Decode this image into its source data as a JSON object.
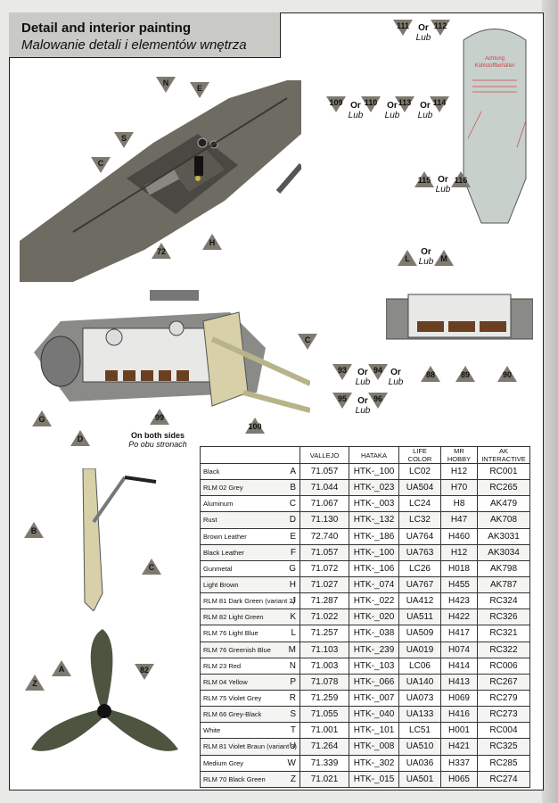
{
  "header": {
    "title": "Detail and interior painting",
    "subtitle": "Malowanie detali i elementów wnętrza"
  },
  "placard_text": [
    "Achtung",
    "Kühlstoffbehälter"
  ],
  "callouts": {
    "cockpit": [
      "N",
      "E",
      "S",
      "C",
      "72",
      "H"
    ],
    "tank_top": [
      "111",
      "112"
    ],
    "tank_mid": [
      "109",
      "110",
      "113",
      "114"
    ],
    "tank_low": [
      "115",
      "116"
    ],
    "tank_cap": [
      "L",
      "M"
    ],
    "engine": [
      "C",
      "G",
      "99",
      "D",
      "100"
    ],
    "engine_small": [
      "88",
      "89",
      "90"
    ],
    "engine_small_pairs": [
      "93",
      "94",
      "95",
      "96"
    ],
    "strut": [
      "B",
      "C"
    ],
    "propeller": [
      "A",
      "82",
      "Z"
    ]
  },
  "or_label": "Or",
  "lub_label": "Lub",
  "note": {
    "line1": "On both sides",
    "line2": "Po obu stronach"
  },
  "paints": {
    "columns": [
      "VALLEJO",
      "HATAKA",
      "LIFE COLOR",
      "MR HOBBY",
      "AK INTERACTIVE"
    ],
    "rows": [
      {
        "name": "Black",
        "code": "A",
        "vallejo": "71.057",
        "hataka": "HTK-_100",
        "life": "LC02",
        "mrhobby": "H12",
        "ak": "RC001"
      },
      {
        "name": "RLM 02 Grey",
        "code": "B",
        "vallejo": "71.044",
        "hataka": "HTK-_023",
        "life": "UA504",
        "mrhobby": "H70",
        "ak": "RC265"
      },
      {
        "name": "Aluminum",
        "code": "C",
        "vallejo": "71.067",
        "hataka": "HTK-_003",
        "life": "LC24",
        "mrhobby": "H8",
        "ak": "AK479"
      },
      {
        "name": "Rust",
        "code": "D",
        "vallejo": "71.130",
        "hataka": "HTK-_132",
        "life": "LC32",
        "mrhobby": "H47",
        "ak": "AK708"
      },
      {
        "name": "Brown Leather",
        "code": "E",
        "vallejo": "72.740",
        "hataka": "HTK-_186",
        "life": "UA764",
        "mrhobby": "H460",
        "ak": "AK3031"
      },
      {
        "name": "Black Leather",
        "code": "F",
        "vallejo": "71.057",
        "hataka": "HTK-_100",
        "life": "UA763",
        "mrhobby": "H12",
        "ak": "AK3034"
      },
      {
        "name": "Gunmetal",
        "code": "G",
        "vallejo": "71.072",
        "hataka": "HTK-_106",
        "life": "LC26",
        "mrhobby": "H018",
        "ak": "AK798"
      },
      {
        "name": "Light Brown",
        "code": "H",
        "vallejo": "71.027",
        "hataka": "HTK-_074",
        "life": "UA767",
        "mrhobby": "H455",
        "ak": "AK787"
      },
      {
        "name": "RLM 81 Dark Green (variant 2)",
        "code": "J",
        "vallejo": "71.287",
        "hataka": "HTK-_022",
        "life": "UA412",
        "mrhobby": "H423",
        "ak": "RC324"
      },
      {
        "name": "RLM 82 Light Green",
        "code": "K",
        "vallejo": "71.022",
        "hataka": "HTK-_020",
        "life": "UA511",
        "mrhobby": "H422",
        "ak": "RC326"
      },
      {
        "name": "RLM 76 Light Blue",
        "code": "L",
        "vallejo": "71.257",
        "hataka": "HTK-_038",
        "life": "UA509",
        "mrhobby": "H417",
        "ak": "RC321"
      },
      {
        "name": "RLM 76 Greenish Blue",
        "code": "M",
        "vallejo": "71.103",
        "hataka": "HTK-_239",
        "life": "UA019",
        "mrhobby": "H074",
        "ak": "RC322"
      },
      {
        "name": "RLM 23 Red",
        "code": "N",
        "vallejo": "71.003",
        "hataka": "HTK-_103",
        "life": "LC06",
        "mrhobby": "H414",
        "ak": "RC006"
      },
      {
        "name": "RLM 04 Yellow",
        "code": "P",
        "vallejo": "71.078",
        "hataka": "HTK-_066",
        "life": "UA140",
        "mrhobby": "H413",
        "ak": "RC267"
      },
      {
        "name": "RLM 75 Violet Grey",
        "code": "R",
        "vallejo": "71.259",
        "hataka": "HTK-_007",
        "life": "UA073",
        "mrhobby": "H069",
        "ak": "RC279"
      },
      {
        "name": "RLM 66 Grey-Black",
        "code": "S",
        "vallejo": "71.055",
        "hataka": "HTK-_040",
        "life": "UA133",
        "mrhobby": "H416",
        "ak": "RC273"
      },
      {
        "name": "White",
        "code": "T",
        "vallejo": "71.001",
        "hataka": "HTK-_101",
        "life": "LC51",
        "mrhobby": "H001",
        "ak": "RC004"
      },
      {
        "name": "RLM 81 Violet Braun (variant 3)",
        "code": "U",
        "vallejo": "71.264",
        "hataka": "HTK-_008",
        "life": "UA510",
        "mrhobby": "H421",
        "ak": "RC325"
      },
      {
        "name": "Medium Grey",
        "code": "W",
        "vallejo": "71.339",
        "hataka": "HTK-_302",
        "life": "UA036",
        "mrhobby": "H337",
        "ak": "RC285"
      },
      {
        "name": "RLM 70 Black Green",
        "code": "Z",
        "vallejo": "71.021",
        "hataka": "HTK-_015",
        "life": "UA501",
        "mrhobby": "H065",
        "ak": "RC274"
      }
    ]
  },
  "colors": {
    "triangle": "#7e7a70",
    "header_bg": "#c9c9c6",
    "tank": "#c8d0cc",
    "engine_frame": "#d7d0a8",
    "fuselage": "#6e6b62",
    "propeller": "#4d5540"
  }
}
